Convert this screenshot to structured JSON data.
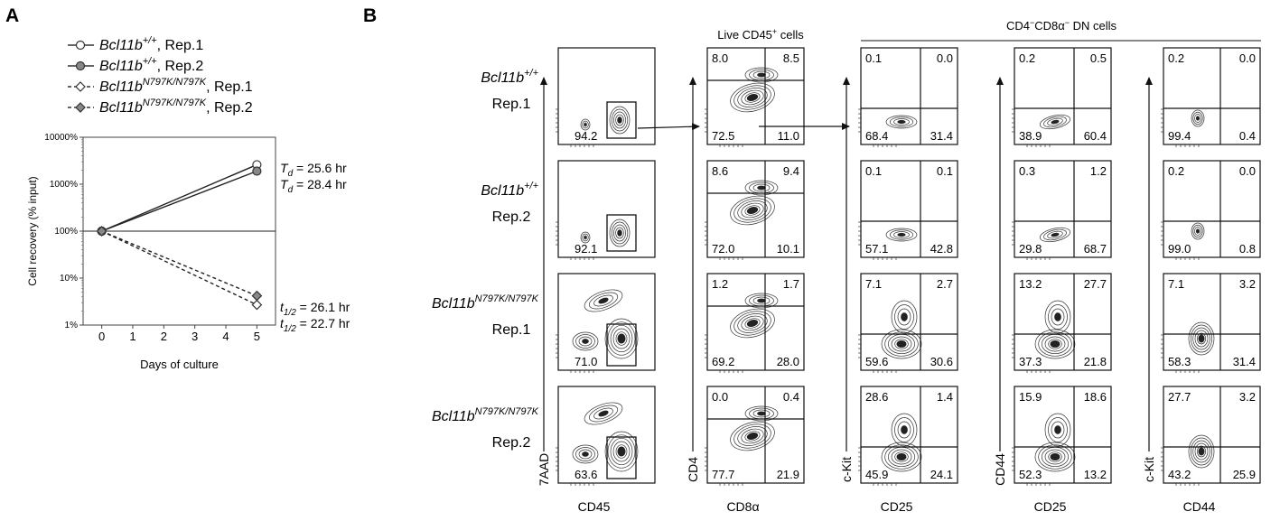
{
  "panel_a": {
    "letter": "A",
    "legend": [
      {
        "gene": "Bcl11b",
        "sup": "+/+",
        "rep": ", Rep.1",
        "line": "solid",
        "marker": "circle",
        "fill": "#ffffff"
      },
      {
        "gene": "Bcl11b",
        "sup": "+/+",
        "rep": ", Rep.2",
        "line": "solid",
        "marker": "circle",
        "fill": "#888888"
      },
      {
        "gene": "Bcl11b",
        "sup": "N797K/N797K",
        "rep": ", Rep.1",
        "line": "dashed",
        "marker": "diamond",
        "fill": "#ffffff"
      },
      {
        "gene": "Bcl11b",
        "sup": "N797K/N797K",
        "rep": ", Rep.2",
        "line": "dashed",
        "marker": "diamond",
        "fill": "#888888"
      }
    ],
    "annotations": [
      {
        "var": "T",
        "sub": "d",
        "text": " = 25.6 hr"
      },
      {
        "var": "T",
        "sub": "d",
        "text": " = 28.4 hr"
      },
      {
        "var": "t",
        "sub": "1/2",
        "text": " = 26.1 hr"
      },
      {
        "var": "t",
        "sub": "1/2",
        "text": " = 22.7 hr"
      }
    ]
  },
  "chart_data": {
    "type": "line",
    "xlabel": "Days of culture",
    "ylabel": "Cell recovery (% input)",
    "x_ticks": [
      "0",
      "1",
      "2",
      "3",
      "4",
      "5"
    ],
    "y_ticks": [
      "1%",
      "10%",
      "100%",
      "1000%",
      "10000%"
    ],
    "y_scale": "log",
    "xlim": [
      -0.6,
      5.6
    ],
    "ylim": [
      1,
      10000
    ],
    "reference_line": 100,
    "series": [
      {
        "x": [
          0,
          5
        ],
        "y": [
          100,
          2600
        ],
        "line": "solid",
        "marker": "circle",
        "fill": "#ffffff"
      },
      {
        "x": [
          0,
          5
        ],
        "y": [
          100,
          1900
        ],
        "line": "solid",
        "marker": "circle",
        "fill": "#888888"
      },
      {
        "x": [
          0,
          5
        ],
        "y": [
          100,
          2.7
        ],
        "line": "dashed",
        "marker": "diamond",
        "fill": "#ffffff"
      },
      {
        "x": [
          0,
          5
        ],
        "y": [
          100,
          4.2
        ],
        "line": "dashed",
        "marker": "diamond",
        "fill": "#888888"
      }
    ]
  },
  "panel_b": {
    "letter": "B",
    "headers": {
      "live": "Live CD45",
      "live_sup": "+",
      "live_suffix": " cells",
      "dn_a": "CD4",
      "dn_b": "CD8α",
      "dn_suffix": " DN cells",
      "minus": "−"
    },
    "rows": [
      {
        "gene": "Bcl11b",
        "sup": "+/+",
        "rep": "Rep.1"
      },
      {
        "gene": "Bcl11b",
        "sup": "+/+",
        "rep": "Rep.2"
      },
      {
        "gene": "Bcl11b",
        "sup": "N797K/N797K",
        "rep": "Rep.1"
      },
      {
        "gene": "Bcl11b",
        "sup": "N797K/N797K",
        "rep": "Rep.2"
      }
    ],
    "columns": [
      {
        "xlabel": "CD45",
        "ylabel": "7AAD"
      },
      {
        "xlabel": "CD8α",
        "ylabel": "CD4"
      },
      {
        "xlabel": "CD25",
        "ylabel": "c-Kit"
      },
      {
        "xlabel": "CD25",
        "ylabel": "CD44"
      },
      {
        "xlabel": "CD44",
        "ylabel": "c-Kit"
      }
    ],
    "gate_values": [
      "94.2",
      "92.1",
      "71.0",
      "63.6"
    ],
    "quadrants": [
      [
        [
          "8.0",
          "8.5",
          "72.5",
          "11.0"
        ],
        [
          "0.1",
          "0.0",
          "68.4",
          "31.4"
        ],
        [
          "0.2",
          "0.5",
          "38.9",
          "60.4"
        ],
        [
          "0.2",
          "0.0",
          "99.4",
          "0.4"
        ]
      ],
      [
        [
          "8.6",
          "9.4",
          "72.0",
          "10.1"
        ],
        [
          "0.1",
          "0.1",
          "57.1",
          "42.8"
        ],
        [
          "0.3",
          "1.2",
          "29.8",
          "68.7"
        ],
        [
          "0.2",
          "0.0",
          "99.0",
          "0.8"
        ]
      ],
      [
        [
          "1.2",
          "1.7",
          "69.2",
          "28.0"
        ],
        [
          "7.1",
          "2.7",
          "59.6",
          "30.6"
        ],
        [
          "13.2",
          "27.7",
          "37.3",
          "21.8"
        ],
        [
          "7.1",
          "3.2",
          "58.3",
          "31.4"
        ]
      ],
      [
        [
          "0.0",
          "0.4",
          "77.7",
          "21.9"
        ],
        [
          "28.6",
          "1.4",
          "45.9",
          "24.1"
        ],
        [
          "15.9",
          "18.6",
          "52.3",
          "13.2"
        ],
        [
          "27.7",
          "3.2",
          "43.2",
          "25.9"
        ]
      ]
    ]
  }
}
